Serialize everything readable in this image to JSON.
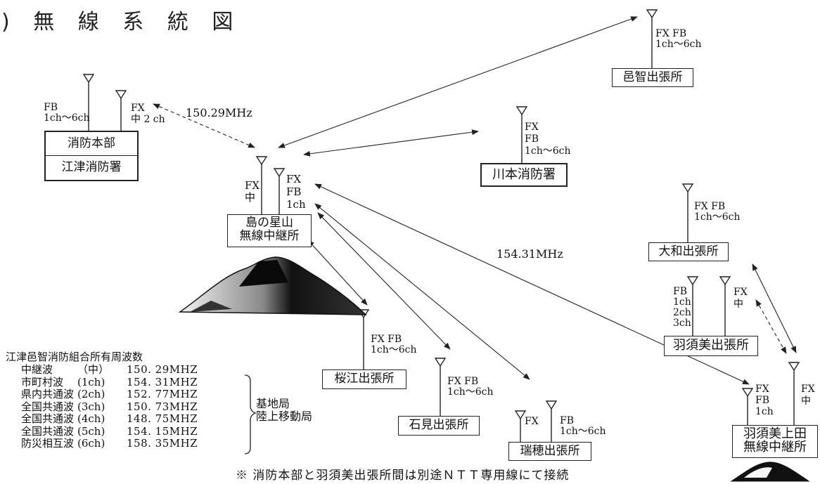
{
  "title": ") 無 線 系 統 図",
  "colors": {
    "ink": "#111111",
    "line": "#222222",
    "mountain_dark": "#0a0a0a"
  },
  "stations": {
    "honbu": {
      "name_top": "消防本部",
      "name_bottom": "江津消防署",
      "ant1": [
        "FB",
        "1ch〜6ch"
      ],
      "ant2": [
        "FX",
        "中 2 ch"
      ]
    },
    "hoshiyama": {
      "name": [
        "島の星山",
        "無線中継所"
      ],
      "ant1": [
        "FX",
        "中"
      ],
      "ant2": [
        "FX",
        "FB",
        "1ch"
      ]
    },
    "ochi": {
      "name": "邑智出張所",
      "ant": [
        "FX FB",
        "1ch〜6ch"
      ]
    },
    "kawamoto": {
      "name": "川本消防署",
      "ant": [
        "FX",
        "FB",
        "1ch〜6ch"
      ]
    },
    "yamato": {
      "name": "大和出張所",
      "ant": [
        "FX FB",
        "1ch〜6ch"
      ]
    },
    "hasumi": {
      "name": "羽須美出張所",
      "ant1": [
        "FB",
        "1ch",
        "2ch",
        "3ch"
      ],
      "ant2": [
        "FX",
        "中"
      ]
    },
    "hasumi_kamita": {
      "name": [
        "羽須美上田",
        "無線中継所"
      ],
      "ant1": [
        "FX",
        "FB",
        "1ch"
      ],
      "ant2": [
        "FX",
        "中"
      ]
    },
    "sakurae": {
      "name": "桜江出張所",
      "ant": [
        "FX FB",
        "1ch〜6ch"
      ]
    },
    "iwami": {
      "name": "石見出張所",
      "ant": [
        "FX FB",
        "1ch〜6ch"
      ]
    },
    "mizuho": {
      "name": "瑞穂出張所",
      "ant1": [
        "FX"
      ],
      "ant2": [
        "FB",
        "1ch〜6ch"
      ]
    }
  },
  "freq_label_relay": "150.29MHz",
  "freq_label_base": "154.31MHz",
  "freq_table": {
    "title": "江津邑智消防組合所有周波数",
    "rows": [
      {
        "name": "中継波",
        "ch": "（中）",
        "freq": "150. 29MHZ"
      },
      {
        "name": "市町村波",
        "ch": "(1ch)",
        "freq": "154. 31MHZ"
      },
      {
        "name": "県内共通波",
        "ch": "(2ch)",
        "freq": "152. 77MHZ"
      },
      {
        "name": "全国共通波",
        "ch": "(3ch)",
        "freq": "150. 73MHZ"
      },
      {
        "name": "全国共通波",
        "ch": "(4ch)",
        "freq": "148. 75MHZ"
      },
      {
        "name": "全国共通波",
        "ch": "(5ch)",
        "freq": "154. 15MHZ"
      },
      {
        "name": "防災相互波",
        "ch": "(6ch)",
        "freq": "158. 35MHZ"
      }
    ],
    "bracket_label": [
      "基地局",
      "陸上移動局"
    ]
  },
  "note": "※ 消防本部と羽須美出張所間は別途ＮＴＴ専用線にて接続"
}
